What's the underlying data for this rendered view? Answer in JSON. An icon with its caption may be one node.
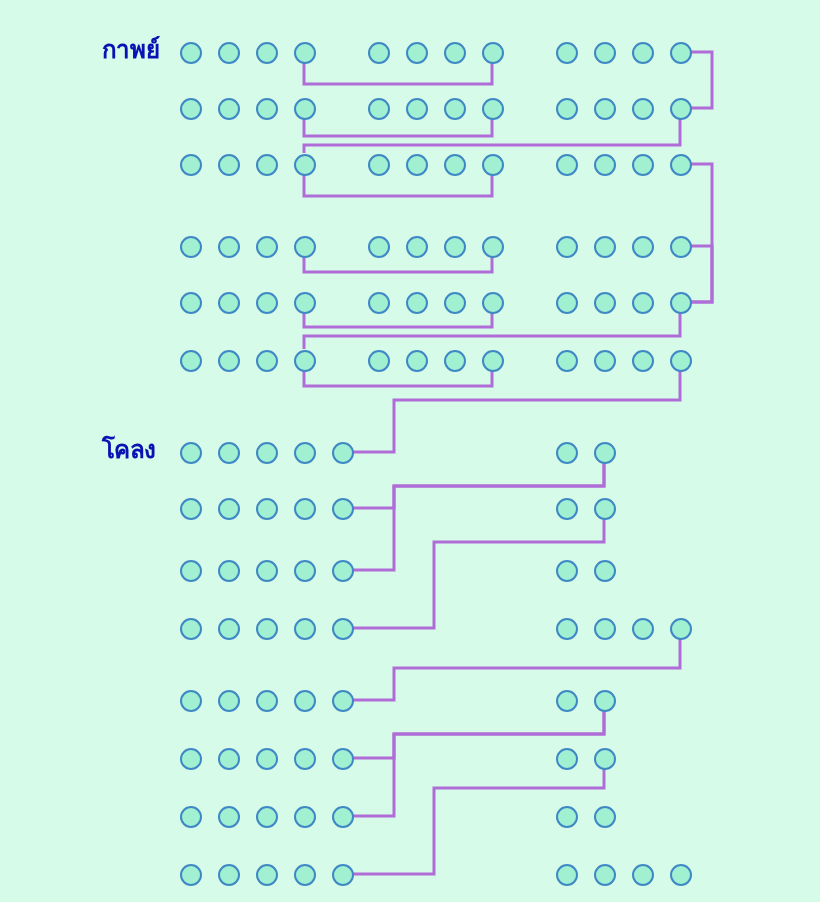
{
  "diagram": {
    "nodes": [
      {
        "text": [],
        "shape": "circle"
      },
      {
        "text": [],
        "shape": "circle"
      },
      {
        "text": [],
        "shape": "circle"
      },
      {
        "text": [],
        "shape": "circle"
      },
      {
        "text": [],
        "shape": "circle"
      },
      {
        "text": [],
        "shape": "circle"
      },
      {
        "text": [],
        "shape": "circle"
      },
      {
        "text": [],
        "shape": "circle"
      },
      {
        "text": [],
        "shape": "circle"
      },
      {
        "text": [],
        "shape": "circle"
      },
      {
        "text": [],
        "shape": "circle"
      },
      {
        "text": [],
        "shape": "circle"
      },
      {
        "text": [],
        "shape": "circle"
      },
      {
        "text": [],
        "shape": "circle"
      },
      {
        "text": [],
        "shape": "circle"
      },
      {
        "text": [],
        "shape": "circle"
      },
      {
        "text": [],
        "shape": "circle"
      },
      {
        "text": [],
        "shape": "circle"
      },
      {
        "text": [],
        "shape": "circle"
      },
      {
        "text": [],
        "shape": "circle"
      },
      {
        "text": [],
        "shape": "circle"
      },
      {
        "text": [],
        "shape": "circle"
      },
      {
        "text": [],
        "shape": "circle"
      },
      {
        "text": [],
        "shape": "circle"
      },
      {
        "text": [],
        "shape": "circle"
      },
      {
        "text": [],
        "shape": "circle"
      },
      {
        "text": [],
        "shape": "circle"
      },
      {
        "text": [],
        "shape": "circle"
      },
      {
        "text": [],
        "shape": "circle"
      },
      {
        "text": [],
        "shape": "circle"
      },
      {
        "text": [],
        "shape": "circle"
      },
      {
        "text": [],
        "shape": "circle"
      },
      {
        "text": [],
        "shape": "circle"
      },
      {
        "text": [],
        "shape": "circle"
      },
      {
        "text": [],
        "shape": "circle"
      },
      {
        "text": [],
        "shape": "circle"
      },
      {
        "text": [],
        "shape": "circle"
      },
      {
        "text": [],
        "shape": "circle"
      },
      {
        "text": [],
        "shape": "circle"
      },
      {
        "text": [],
        "shape": "circle"
      },
      {
        "text": [],
        "shape": "circle"
      },
      {
        "text": [],
        "shape": "circle"
      },
      {
        "text": [],
        "shape": "circle"
      },
      {
        "text": [],
        "shape": "circle"
      },
      {
        "text": [],
        "shape": "circle"
      },
      {
        "text": [],
        "shape": "circle"
      },
      {
        "text": [],
        "shape": "circle"
      },
      {
        "text": [],
        "shape": "circle"
      },
      {
        "text": [],
        "shape": "circle"
      },
      {
        "text": [],
        "shape": "circle"
      },
      {
        "text": [],
        "shape": "circle"
      },
      {
        "text": [],
        "shape": "circle"
      },
      {
        "text": [],
        "shape": "circle"
      },
      {
        "text": [],
        "shape": "circle"
      },
      {
        "text": [],
        "shape": "circle"
      },
      {
        "text": [],
        "shape": "circle"
      },
      {
        "text": [],
        "shape": "circle"
      },
      {
        "text": [],
        "shape": "circle"
      },
      {
        "text": [],
        "shape": "circle"
      },
      {
        "text": [],
        "shape": "circle"
      },
      {
        "text": [],
        "shape": "circle"
      },
      {
        "text": [],
        "shape": "circle"
      },
      {
        "text": [],
        "shape": "circle"
      },
      {
        "text": [],
        "shape": "circle"
      },
      {
        "text": [],
        "shape": "circle"
      },
      {
        "text": [],
        "shape": "circle"
      },
      {
        "text": [],
        "shape": "circle"
      },
      {
        "text": [],
        "shape": "circle"
      },
      {
        "text": [],
        "shape": "circle"
      },
      {
        "text": [],
        "shape": "circle"
      },
      {
        "text": [],
        "shape": "circle"
      },
      {
        "text": [],
        "shape": "circle"
      },
      {
        "text": [],
        "shape": "circle"
      },
      {
        "text": [],
        "shape": "circle"
      },
      {
        "text": [],
        "shape": "circle"
      },
      {
        "text": [],
        "shape": "circle"
      },
      {
        "text": [],
        "shape": "circle"
      },
      {
        "text": [],
        "shape": "circle"
      },
      {
        "text": [],
        "shape": "circle"
      },
      {
        "text": [],
        "shape": "circle"
      },
      {
        "text": [],
        "shape": "circle"
      },
      {
        "text": [],
        "shape": "circle"
      },
      {
        "text": [],
        "shape": "circle"
      },
      {
        "text": [],
        "shape": "circle"
      },
      {
        "text": [],
        "shape": "circle"
      },
      {
        "text": [],
        "shape": "circle"
      },
      {
        "text": [],
        "shape": "circle"
      },
      {
        "text": [],
        "shape": "circle"
      },
      {
        "text": [],
        "shape": "circle"
      },
      {
        "text": [],
        "shape": "circle"
      },
      {
        "text": [],
        "shape": "circle"
      },
      {
        "text": [],
        "shape": "circle"
      },
      {
        "text": [],
        "shape": "circle"
      },
      {
        "text": [],
        "shape": "circle"
      },
      {
        "text": [],
        "shape": "circle"
      },
      {
        "text": [],
        "shape": "circle"
      },
      {
        "text": [],
        "shape": "circle"
      },
      {
        "text": [],
        "shape": "circle"
      },
      {
        "text": [],
        "shape": "circle"
      },
      {
        "text": [],
        "shape": "circle"
      },
      {
        "text": [],
        "shape": "circle"
      },
      {
        "text": [],
        "shape": "circle"
      },
      {
        "text": [],
        "shape": "circle"
      },
      {
        "text": [],
        "shape": "circle"
      },
      {
        "text": [],
        "shape": "circle"
      },
      {
        "text": [],
        "shape": "circle"
      },
      {
        "text": [],
        "shape": "circle"
      },
      {
        "text": [],
        "shape": "circle"
      },
      {
        "text": [],
        "shape": "circle"
      },
      {
        "text": [],
        "shape": "circle"
      },
      {
        "text": [],
        "shape": "circle"
      },
      {
        "text": [],
        "shape": "circle"
      },
      {
        "text": [],
        "shape": "circle"
      },
      {
        "text": [],
        "shape": "circle"
      },
      {
        "text": [],
        "shape": "circle"
      },
      {
        "text": [],
        "shape": "circle"
      },
      {
        "text": [],
        "shape": "circle"
      },
      {
        "text": [],
        "shape": "circle"
      },
      {
        "text": [],
        "shape": "circle"
      },
      {
        "text": [],
        "shape": "circle"
      },
      {
        "text": [],
        "shape": "circle"
      },
      {
        "text": [],
        "shape": "circle"
      },
      {
        "text": [],
        "shape": "circle"
      },
      {
        "text": [],
        "shape": "circle"
      },
      {
        "text": [],
        "shape": "circle"
      },
      {
        "text": [],
        "shape": "circle"
      },
      {
        "text": [],
        "shape": "circle"
      },
      {
        "text": [],
        "shape": "circle"
      },
      {
        "text": [],
        "shape": "circle"
      },
      {
        "text": [],
        "shape": "circle"
      },
      {
        "text": [],
        "shape": "circle"
      },
      {
        "text": [],
        "shape": "circle"
      }
    ],
    "edges": [
      {
        "from": 3,
        "to": 7,
        "arrow": "none"
      },
      {
        "from": 11,
        "to": 23,
        "arrow": "none"
      },
      {
        "from": 15,
        "to": 19,
        "arrow": "none"
      },
      {
        "from": 23,
        "to": 27,
        "arrow": "none"
      },
      {
        "from": 27,
        "to": 31,
        "arrow": "none"
      },
      {
        "from": 35,
        "to": 59,
        "arrow": "none"
      },
      {
        "from": 39,
        "to": 43,
        "arrow": "none"
      },
      {
        "from": 47,
        "to": 59,
        "arrow": "none"
      },
      {
        "from": 51,
        "to": 55,
        "arrow": "none"
      },
      {
        "from": 59,
        "to": 63,
        "arrow": "none"
      },
      {
        "from": 63,
        "to": 67,
        "arrow": "none"
      },
      {
        "from": 71,
        "to": 76,
        "arrow": "none"
      },
      {
        "from": 78,
        "to": 83,
        "arrow": "none"
      },
      {
        "from": 78,
        "to": 90,
        "arrow": "none"
      },
      {
        "from": 85,
        "to": 97,
        "arrow": "none"
      },
      {
        "from": 101,
        "to": 106,
        "arrow": "none"
      },
      {
        "from": 108,
        "to": 113,
        "arrow": "none"
      },
      {
        "from": 108,
        "to": 120,
        "arrow": "none"
      },
      {
        "from": 115,
        "to": 127,
        "arrow": "none"
      }
    ],
    "labels": [
      "กาพย์",
      "โคลง"
    ]
  }
}
